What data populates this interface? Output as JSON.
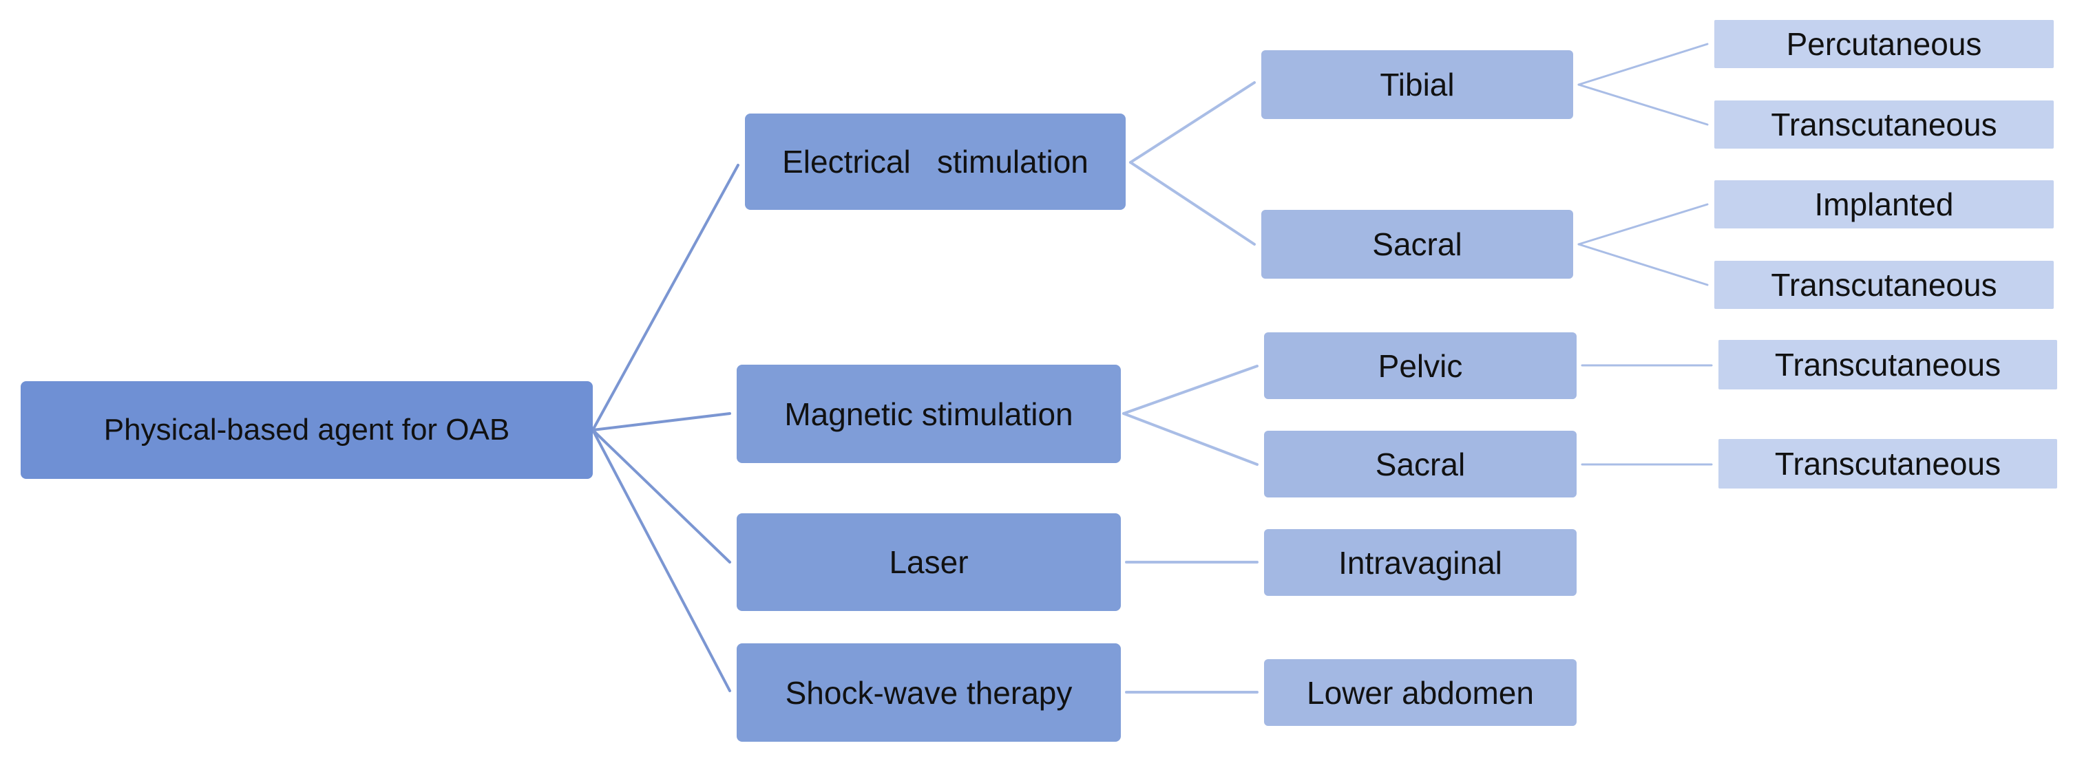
{
  "diagram": {
    "root": {
      "label": "Physical-based agent for OAB"
    },
    "level2": [
      {
        "id": "electrical",
        "label": "Electrical   stimulation"
      },
      {
        "id": "magnetic",
        "label": "Magnetic stimulation"
      },
      {
        "id": "laser",
        "label": "Laser"
      },
      {
        "id": "shockwave",
        "label": "Shock-wave therapy"
      }
    ],
    "level3": [
      {
        "id": "tibial",
        "label": "Tibial",
        "parent": "electrical"
      },
      {
        "id": "sacral_e",
        "label": "Sacral",
        "parent": "electrical"
      },
      {
        "id": "pelvic",
        "label": "Pelvic",
        "parent": "magnetic"
      },
      {
        "id": "sacral_m",
        "label": "Sacral",
        "parent": "magnetic"
      },
      {
        "id": "intravaginal",
        "label": "Intravaginal",
        "parent": "laser"
      },
      {
        "id": "lower_abdomen",
        "label": "Lower abdomen",
        "parent": "shockwave"
      }
    ],
    "level4": [
      {
        "id": "percutaneous",
        "label": "Percutaneous",
        "parent": "tibial"
      },
      {
        "id": "trans_tibial",
        "label": "Transcutaneous",
        "parent": "tibial"
      },
      {
        "id": "implanted",
        "label": "Implanted",
        "parent": "sacral_e"
      },
      {
        "id": "trans_sacral_e",
        "label": "Transcutaneous",
        "parent": "sacral_e"
      },
      {
        "id": "trans_pelvic",
        "label": "Transcutaneous",
        "parent": "pelvic"
      },
      {
        "id": "trans_sacral_m",
        "label": "Transcutaneous",
        "parent": "sacral_m"
      }
    ],
    "colors": {
      "level1": "#6f90d4",
      "level2": "#7f9dd8",
      "level3": "#a3b8e3",
      "level4": "#c4d2ef",
      "connector_main": "#7b96d2",
      "connector_light": "#a9bde6"
    }
  }
}
